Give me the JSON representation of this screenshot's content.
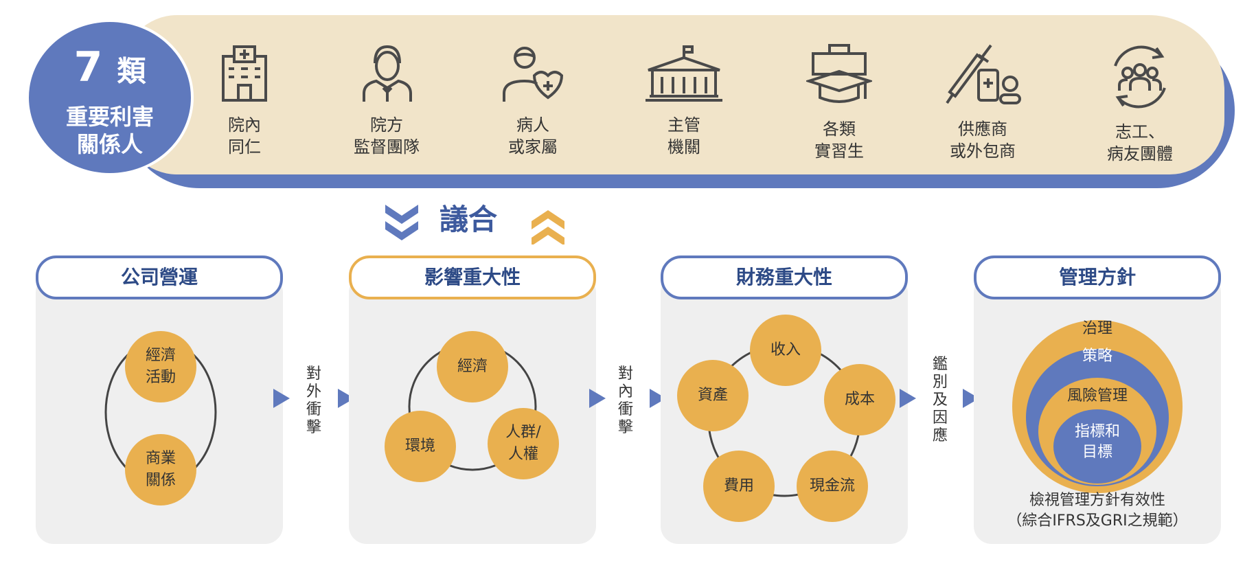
{
  "stakeholders": {
    "badge_number": "7",
    "badge_unit": "類",
    "badge_label_line1": "重要利害",
    "badge_label_line2": "關係人",
    "items": [
      {
        "label": "院內\n同仁",
        "icon": "hospital-building-icon"
      },
      {
        "label": "院方\n監督團隊",
        "icon": "manager-person-icon"
      },
      {
        "label": "病人\n或家屬",
        "icon": "patient-heart-icon"
      },
      {
        "label": "主管\n機關",
        "icon": "government-building-icon"
      },
      {
        "label": "各類\n實習生",
        "icon": "graduation-briefcase-icon"
      },
      {
        "label": "供應商\n或外包商",
        "icon": "syringe-medicine-icon"
      },
      {
        "label": "志工、\n病友團體",
        "icon": "group-cycle-icon"
      }
    ]
  },
  "negotiation": {
    "label": "議合"
  },
  "panels": [
    {
      "title": "公司營運",
      "circles": [
        "經濟\n活動",
        "商業\n關係"
      ]
    },
    {
      "title": "影響重大性",
      "circles": [
        "經濟",
        "人群/\n人權",
        "環境"
      ]
    },
    {
      "title": "財務重大性",
      "circles": [
        "收入",
        "成本",
        "現金流",
        "費用",
        "資產"
      ]
    },
    {
      "title": "管理方針",
      "rings": [
        "治理",
        "策略",
        "風險管理",
        "指標和\n目標"
      ],
      "footnote_line1": "檢視管理方針有效性",
      "footnote_line2": "（綜合IFRS及GRI之規範）"
    }
  ],
  "connectors": [
    "對外衝擊",
    "對內衝擊",
    "鑑別及因應"
  ],
  "colors": {
    "blue": "#5f79bd",
    "gold": "#e9b04f",
    "cream": "#f1e4c9",
    "panel_bg": "#efefef",
    "title_blue": "#2d4a86"
  }
}
